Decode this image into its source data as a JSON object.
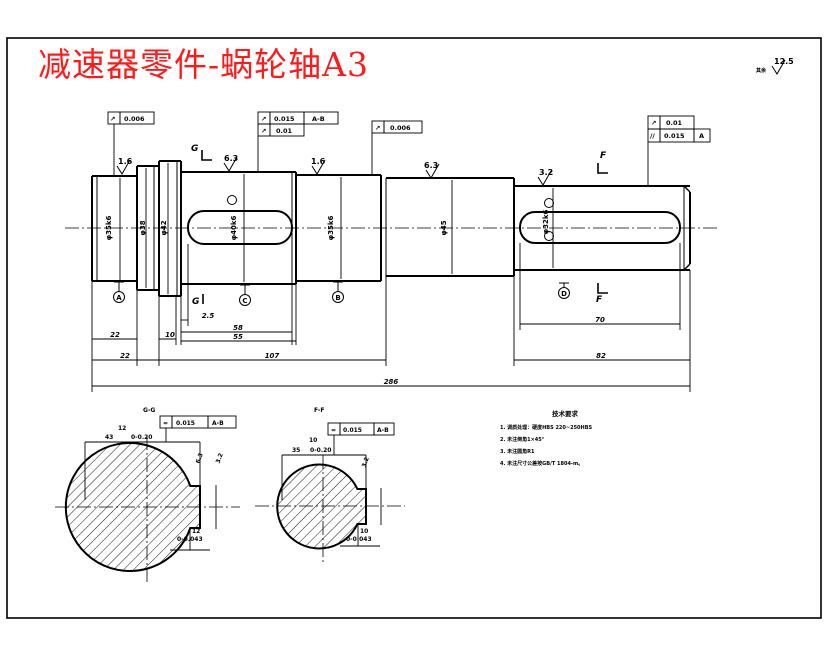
{
  "title": "减速器零件-蜗轮轴A3",
  "corner_roughness": {
    "prefix": "其余",
    "value": "12.5"
  },
  "fcf": [
    {
      "symbol": "↗",
      "tolerance": "0.006",
      "datum": ""
    },
    {
      "symbol": "↗",
      "tolerance": "0.015",
      "datum": "A-B"
    },
    {
      "symbol": "↗",
      "tolerance": "0.01",
      "datum": ""
    },
    {
      "symbol": "↗",
      "tolerance": "0.006",
      "datum": ""
    },
    {
      "symbol": "↗",
      "tolerance": "0.01",
      "datum": ""
    },
    {
      "symbol": "//",
      "tolerance": "0.015",
      "datum": "A"
    },
    {
      "symbol": "=",
      "tolerance": "0.015",
      "datum": "A-B"
    },
    {
      "symbol": "=",
      "tolerance": "0.015",
      "datum": "A-B"
    }
  ],
  "roughness": [
    "1.6",
    "6.3",
    "1.6",
    "6.3",
    "3.2",
    "6.3",
    "3.2",
    "3.2"
  ],
  "section_letters": {
    "g_top": "G",
    "g_bottom": "G",
    "f_top": "F",
    "f_bottom": "F"
  },
  "datums": [
    "A",
    "C",
    "B",
    "D"
  ],
  "diameters": [
    "φ35k6",
    "φ38",
    "φ42",
    "φ40k6",
    "φ35k6",
    "φ45",
    "φ32k6"
  ],
  "dims": {
    "d1": "22",
    "d2": "10",
    "d3": "2.5",
    "d4": "58",
    "d5": "55",
    "d6": "70",
    "d7": "22",
    "d8": "107",
    "d9": "82",
    "d10": "286"
  },
  "section_views": {
    "left": {
      "label": "G-G",
      "width_dim": "12",
      "depth_dim": "43",
      "depth_tol": "0-0.20",
      "key_dim": "12",
      "key_tol": "0-0.043"
    },
    "right": {
      "label": "F-F",
      "width_dim": "10",
      "depth_dim": "35",
      "depth_tol": "0-0.20",
      "key_dim": "10",
      "key_tol": "0-0.043"
    }
  },
  "notes": {
    "heading": "技术要求",
    "items": [
      "1. 调质处理：硬度HBS 220~250HBS",
      "2. 未注倒角1×45°",
      "3. 未注圆角R1",
      "4. 未注尺寸公差按GB/T 1804-m。"
    ]
  }
}
